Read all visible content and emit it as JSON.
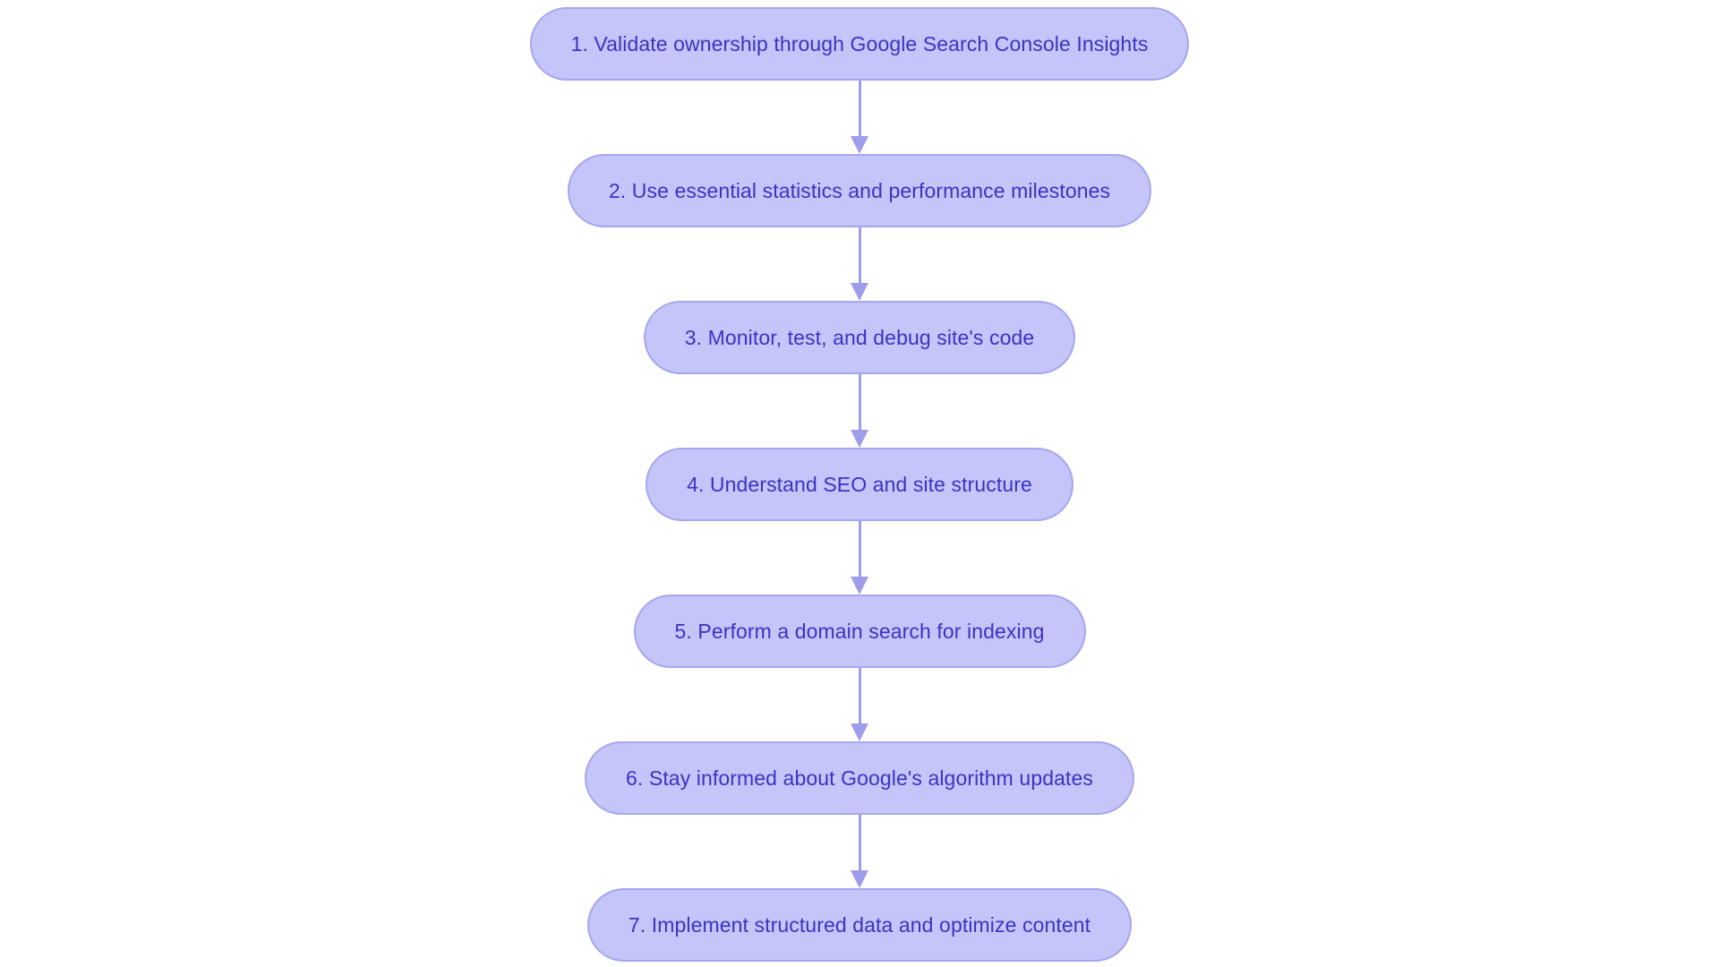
{
  "diagram": {
    "type": "flowchart",
    "orientation": "vertical-top-to-bottom",
    "background_color": "#ffffff",
    "node_fill_color": "#c5c5fa",
    "node_border_color": "#a6a6ee",
    "node_text_color": "#3b33c4",
    "connector_color": "#9d9deb",
    "node_shape": "stadium",
    "node_count": 7,
    "connector_count": 6,
    "nodes": [
      {
        "id": "step-1",
        "step": "1",
        "label": "1. Validate ownership through Google Search Console Insights"
      },
      {
        "id": "step-2",
        "step": "2",
        "label": "2. Use essential statistics and performance milestones"
      },
      {
        "id": "step-3",
        "step": "3",
        "label": "3. Monitor, test, and debug site's code"
      },
      {
        "id": "step-4",
        "step": "4",
        "label": "4. Understand SEO and site structure"
      },
      {
        "id": "step-5",
        "step": "5",
        "label": "5. Perform a domain search for indexing"
      },
      {
        "id": "step-6",
        "step": "6",
        "label": "6. Stay informed about Google's algorithm updates"
      },
      {
        "id": "step-7",
        "step": "7",
        "label": "7. Implement structured data and optimize content"
      }
    ],
    "edges": [
      {
        "from": "step-1",
        "to": "step-2",
        "arrow": "down-arrow-icon"
      },
      {
        "from": "step-2",
        "to": "step-3",
        "arrow": "down-arrow-icon"
      },
      {
        "from": "step-3",
        "to": "step-4",
        "arrow": "down-arrow-icon"
      },
      {
        "from": "step-4",
        "to": "step-5",
        "arrow": "down-arrow-icon"
      },
      {
        "from": "step-5",
        "to": "step-6",
        "arrow": "down-arrow-icon"
      },
      {
        "from": "step-6",
        "to": "step-7",
        "arrow": "down-arrow-icon"
      }
    ]
  }
}
